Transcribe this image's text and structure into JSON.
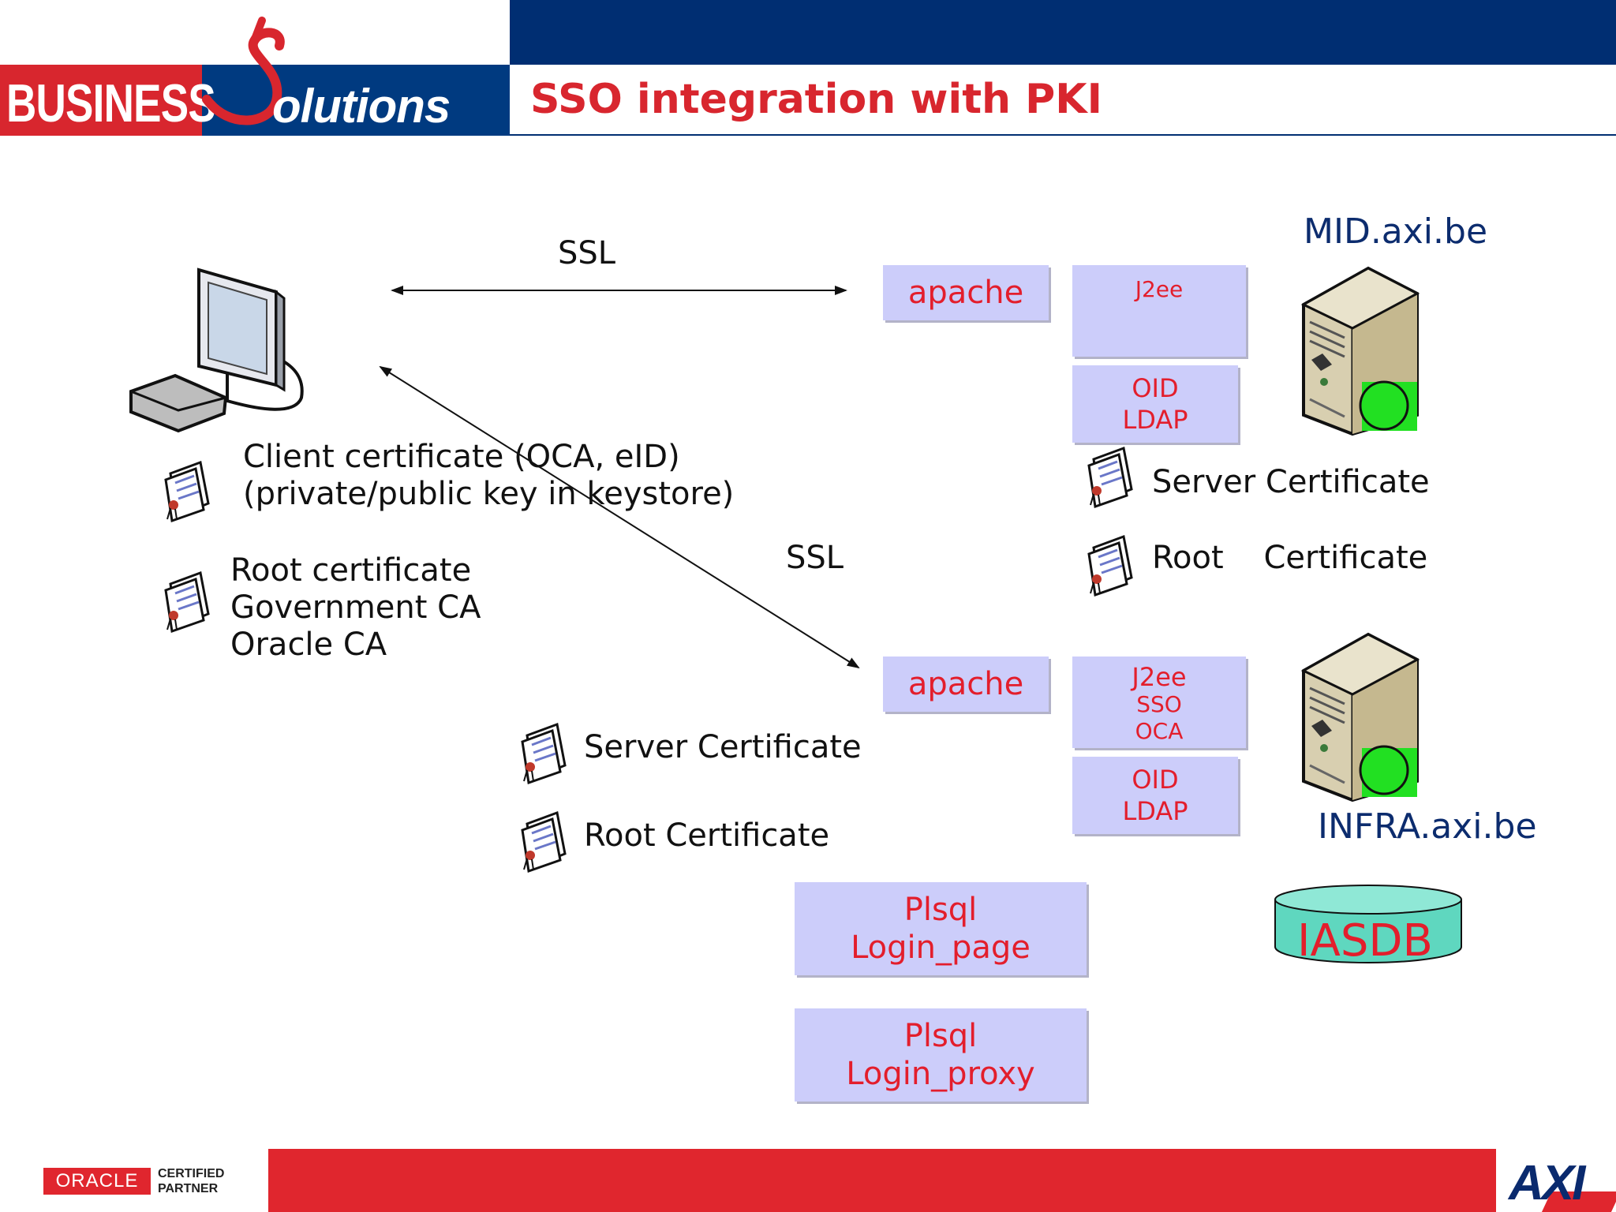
{
  "logo": {
    "part1": "BUSINESS",
    "part2": "olutions",
    "accent_color": "#d8262e",
    "band_color": "#002e72"
  },
  "title": "SSO integration with PKI",
  "connections": {
    "top_label": "SSL",
    "diagonal_label": "SSL"
  },
  "client": {
    "client_cert_line1": "Client certificate (OCA, eID)",
    "client_cert_line2": "(private/public key in keystore)",
    "root_cert_lines": [
      "Root certificate",
      "Government CA",
      "Oracle CA"
    ]
  },
  "infra_certs": {
    "server_certificate": "Server Certificate",
    "root_certificate": "Root Certificate"
  },
  "mid_server": {
    "hostname": "MID.axi.be",
    "apache": "apache",
    "j2ee": "J2ee",
    "oid": [
      "OID",
      "LDAP"
    ],
    "server_certificate": "Server Certificate",
    "root_certificate": "Root    Certificate"
  },
  "infra_server": {
    "hostname": "INFRA.axi.be",
    "apache": "apache",
    "j2ee": [
      "J2ee",
      "SSO",
      "OCA"
    ],
    "oid": [
      "OID",
      "LDAP"
    ]
  },
  "plsql": {
    "login_page": [
      "Plsql",
      "Login_page"
    ],
    "login_proxy": [
      "Plsql",
      "Login_proxy"
    ]
  },
  "database": {
    "label": "IASDB"
  },
  "footer": {
    "oracle_brand": "ORACLE",
    "oracle_line1": "CERTIFIED",
    "oracle_line2": "PARTNER",
    "axi_logo": "AXI"
  },
  "colors": {
    "box_fill": "#cccdfa",
    "box_text": "#e31e2c",
    "status_green": "#22e022",
    "db_fill": "#5fd7bf"
  }
}
